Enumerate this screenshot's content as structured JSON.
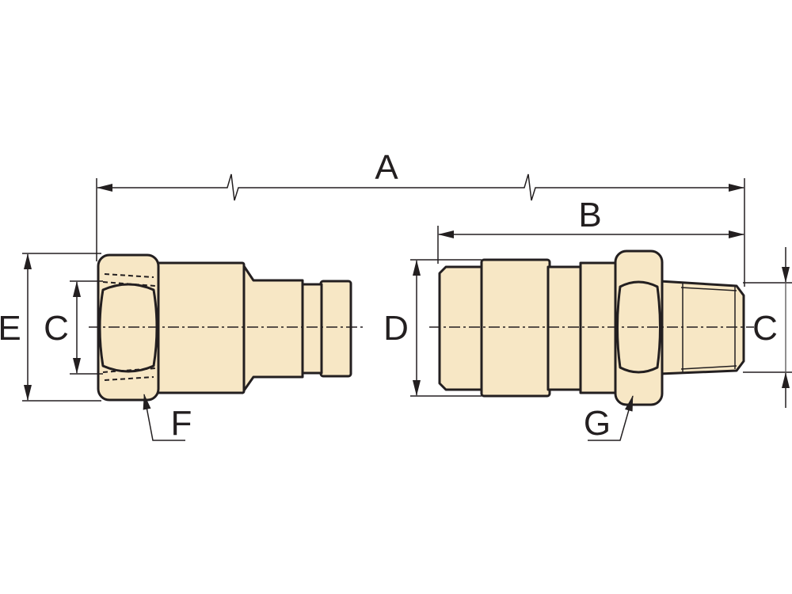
{
  "labels": {
    "a": "A",
    "b": "B",
    "c_left": "C",
    "c_right": "C",
    "d": "D",
    "e": "E",
    "f": "F",
    "g": "G"
  },
  "colors": {
    "body_fill": "#f7e7c5",
    "outline": "#231f20",
    "background": "#ffffff"
  }
}
